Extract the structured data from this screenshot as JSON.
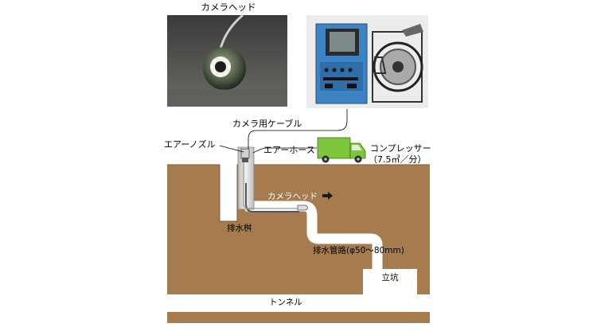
{
  "labels": {
    "camera_head_photo": "カメラヘッド",
    "camera_cable": "カメラ用ケーブル",
    "air_nozzle": "エアーノズル",
    "air_hose": "エアーホース",
    "compressor_line1": "コンプレッサー",
    "compressor_line2": "（7.5㎥／分）",
    "camera_head_pipe": "カメラヘッド",
    "catch_basin": "排水桝",
    "drain_pipe": "排水管路(φ50～80mm)",
    "shaft": "立坑",
    "tunnel": "トンネル"
  },
  "colors": {
    "soil": "#a67c4e",
    "soil_edge": "#7f5a33",
    "truck": "#7cc63a",
    "truck_dark": "#3f6f17",
    "arrow": "#1a1a1a",
    "basin_tube": "#d8d8d8"
  }
}
